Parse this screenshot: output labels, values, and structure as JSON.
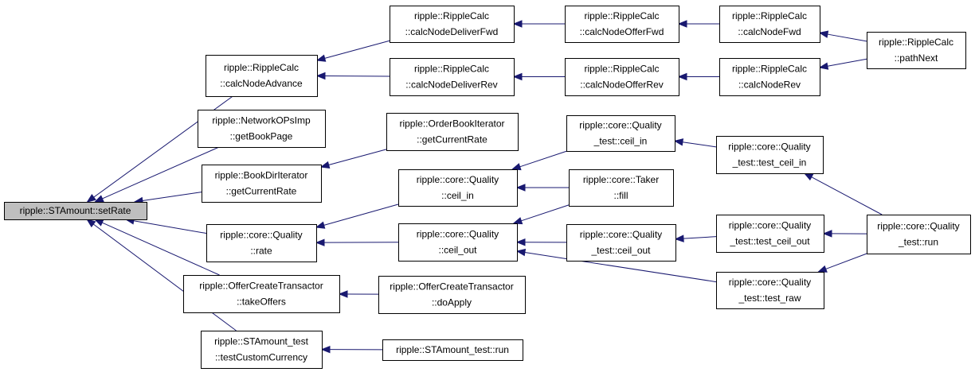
{
  "diagram": {
    "type": "call-graph",
    "edge_color": "#191970",
    "root_fill": "#bfbfbf",
    "nodes": [
      {
        "id": "setRate",
        "lines": [
          "ripple::STAmount::setRate"
        ],
        "root": true
      },
      {
        "id": "calcNodeAdvance",
        "lines": [
          "ripple::RippleCalc",
          "::calcNodeAdvance"
        ]
      },
      {
        "id": "getBookPage",
        "lines": [
          "ripple::NetworkOPsImp",
          "::getBookPage"
        ]
      },
      {
        "id": "bdiGetCurrentRate",
        "lines": [
          "ripple::BookDirIterator",
          "::getCurrentRate"
        ]
      },
      {
        "id": "qualityRate",
        "lines": [
          "ripple::core::Quality",
          "::rate"
        ]
      },
      {
        "id": "takeOffers",
        "lines": [
          "ripple::OfferCreateTransactor",
          "::takeOffers"
        ]
      },
      {
        "id": "testCustomCurrency",
        "lines": [
          "ripple::STAmount_test",
          "::testCustomCurrency"
        ]
      },
      {
        "id": "deliverFwd",
        "lines": [
          "ripple::RippleCalc",
          "::calcNodeDeliverFwd"
        ]
      },
      {
        "id": "deliverRev",
        "lines": [
          "ripple::RippleCalc",
          "::calcNodeDeliverRev"
        ]
      },
      {
        "id": "obiGetCurrentRate",
        "lines": [
          "ripple::OrderBookIterator",
          "::getCurrentRate"
        ]
      },
      {
        "id": "ceilIn",
        "lines": [
          "ripple::core::Quality",
          "::ceil_in"
        ]
      },
      {
        "id": "ceilOut",
        "lines": [
          "ripple::core::Quality",
          "::ceil_out"
        ]
      },
      {
        "id": "doApply",
        "lines": [
          "ripple::OfferCreateTransactor",
          "::doApply"
        ]
      },
      {
        "id": "stamountTestRun",
        "lines": [
          "ripple::STAmount_test::run"
        ]
      },
      {
        "id": "offerFwd",
        "lines": [
          "ripple::RippleCalc",
          "::calcNodeOfferFwd"
        ]
      },
      {
        "id": "offerRev",
        "lines": [
          "ripple::RippleCalc",
          "::calcNodeOfferRev"
        ]
      },
      {
        "id": "qtCeilIn",
        "lines": [
          "ripple::core::Quality",
          "_test::ceil_in"
        ]
      },
      {
        "id": "takerFill",
        "lines": [
          "ripple::core::Taker",
          "::fill"
        ]
      },
      {
        "id": "qtCeilOut",
        "lines": [
          "ripple::core::Quality",
          "_test::ceil_out"
        ]
      },
      {
        "id": "nodeFwd",
        "lines": [
          "ripple::RippleCalc",
          "::calcNodeFwd"
        ]
      },
      {
        "id": "nodeRev",
        "lines": [
          "ripple::RippleCalc",
          "::calcNodeRev"
        ]
      },
      {
        "id": "qtTestCeilIn",
        "lines": [
          "ripple::core::Quality",
          "_test::test_ceil_in"
        ]
      },
      {
        "id": "qtTestCeilOut",
        "lines": [
          "ripple::core::Quality",
          "_test::test_ceil_out"
        ]
      },
      {
        "id": "qtTestRaw",
        "lines": [
          "ripple::core::Quality",
          "_test::test_raw"
        ]
      },
      {
        "id": "pathNext",
        "lines": [
          "ripple::RippleCalc",
          "::pathNext"
        ]
      },
      {
        "id": "qtRun",
        "lines": [
          "ripple::core::Quality",
          "_test::run"
        ]
      }
    ],
    "edges": [
      {
        "from": "calcNodeAdvance",
        "to": "setRate"
      },
      {
        "from": "getBookPage",
        "to": "setRate"
      },
      {
        "from": "bdiGetCurrentRate",
        "to": "setRate"
      },
      {
        "from": "qualityRate",
        "to": "setRate"
      },
      {
        "from": "takeOffers",
        "to": "setRate"
      },
      {
        "from": "testCustomCurrency",
        "to": "setRate"
      },
      {
        "from": "deliverFwd",
        "to": "calcNodeAdvance"
      },
      {
        "from": "deliverRev",
        "to": "calcNodeAdvance"
      },
      {
        "from": "obiGetCurrentRate",
        "to": "bdiGetCurrentRate"
      },
      {
        "from": "ceilIn",
        "to": "qualityRate"
      },
      {
        "from": "ceilOut",
        "to": "qualityRate"
      },
      {
        "from": "doApply",
        "to": "takeOffers"
      },
      {
        "from": "stamountTestRun",
        "to": "testCustomCurrency"
      },
      {
        "from": "offerFwd",
        "to": "deliverFwd"
      },
      {
        "from": "offerRev",
        "to": "deliverRev"
      },
      {
        "from": "qtCeilIn",
        "to": "ceilIn"
      },
      {
        "from": "takerFill",
        "to": "ceilIn"
      },
      {
        "from": "takerFill",
        "to": "ceilOut"
      },
      {
        "from": "qtCeilOut",
        "to": "ceilOut"
      },
      {
        "from": "qtTestRaw",
        "to": "ceilOut"
      },
      {
        "from": "nodeFwd",
        "to": "offerFwd"
      },
      {
        "from": "nodeRev",
        "to": "offerRev"
      },
      {
        "from": "qtTestCeilIn",
        "to": "qtCeilIn"
      },
      {
        "from": "qtTestCeilOut",
        "to": "qtCeilOut"
      },
      {
        "from": "pathNext",
        "to": "nodeFwd"
      },
      {
        "from": "pathNext",
        "to": "nodeRev"
      },
      {
        "from": "qtRun",
        "to": "qtTestCeilIn"
      },
      {
        "from": "qtRun",
        "to": "qtTestCeilOut"
      },
      {
        "from": "qtRun",
        "to": "qtTestRaw"
      }
    ]
  }
}
